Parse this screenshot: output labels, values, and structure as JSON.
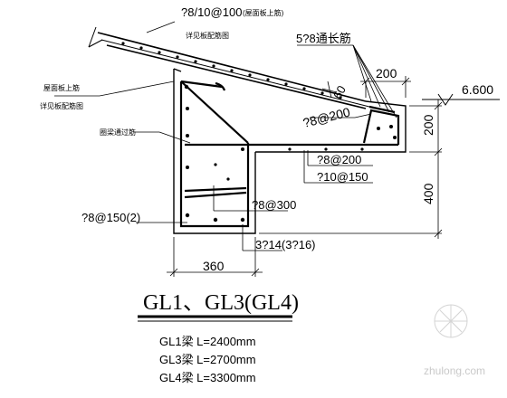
{
  "labels": {
    "top_rebar": "?8/10@100",
    "top_rebar_note": "(屋面板上筋)",
    "anchor_note": "详见板配筋图",
    "eave_rebar": "5?8通长筋",
    "dim_200_top": "200",
    "dim_60": "60",
    "elevation": "6.600",
    "left_note_1": "屋面板上筋",
    "left_note_2": "详见板配筋图",
    "stirrup_note": "圈梁通过筋",
    "slab_rebar": "?8@200",
    "mid_rebar_1": "?8@200",
    "mid_rebar_2": "?10@150",
    "beam_rebar": "?8@300",
    "stirrup": "?8@150(2)",
    "bottom_rebar": "3?14(3?16)",
    "dim_360": "360",
    "dim_200_right": "200",
    "dim_400_right": "400"
  },
  "title": "GL1、GL3(GL4)",
  "lengths": [
    "GL1梁 L=2400mm",
    "GL3梁 L=2700mm",
    "GL4梁 L=3300mm"
  ],
  "watermark": "zhulong.com"
}
